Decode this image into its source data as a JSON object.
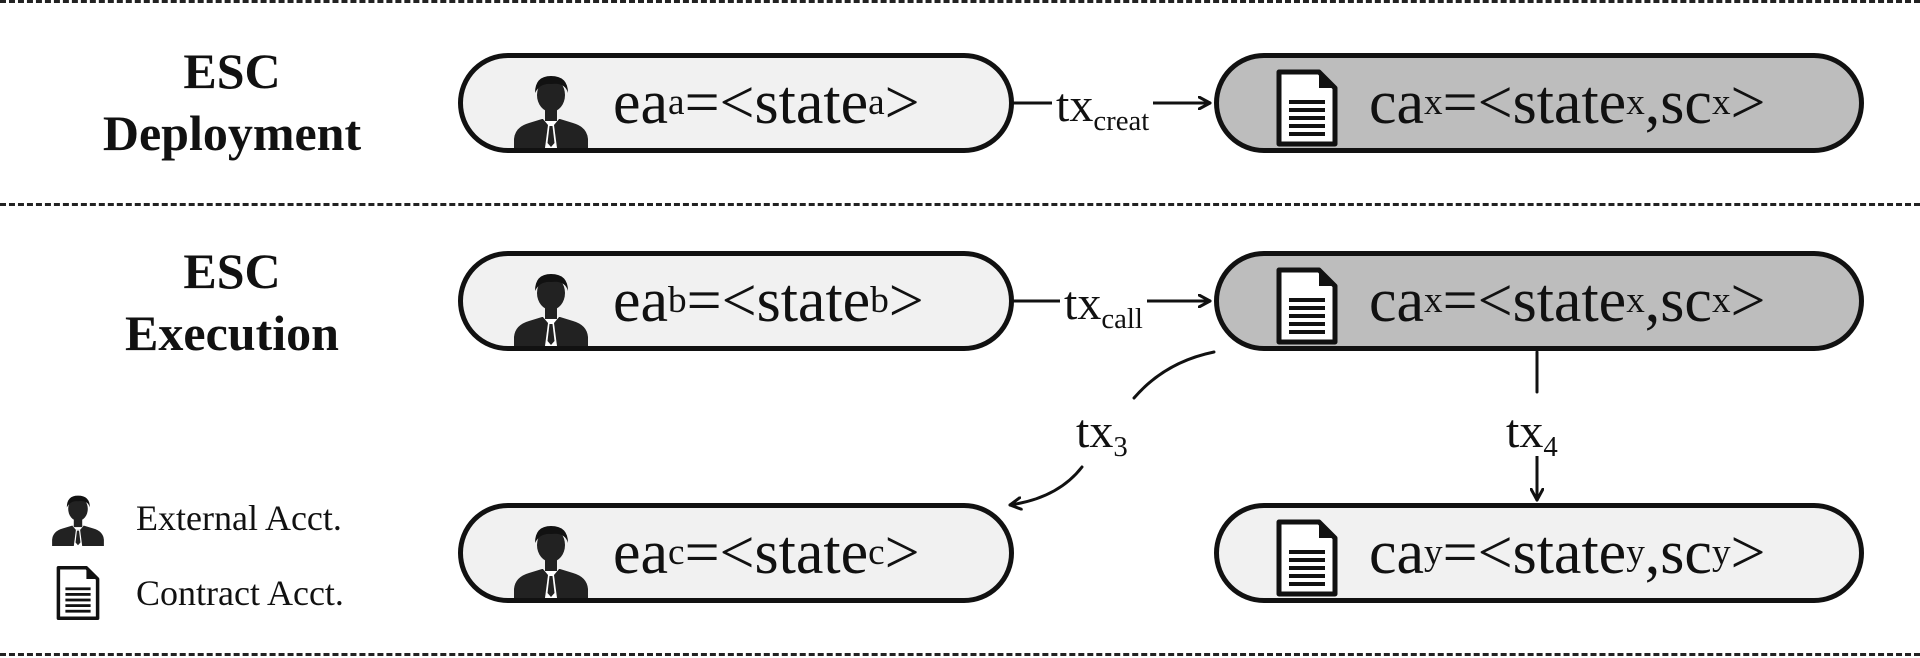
{
  "sections": {
    "deployment": {
      "line1": "ESC",
      "line2": "Deployment"
    },
    "execution": {
      "line1": "ESC",
      "line2": "Execution"
    }
  },
  "nodes": {
    "ea_a": {
      "prefix": "ea",
      "sub": "a",
      "mid": "=<state",
      "sub2": "a",
      "suffix": ">"
    },
    "ca_x_deploy": {
      "prefix": "ca",
      "sub": "x",
      "mid": "=<state",
      "sub2": "x",
      "mid2": ",sc",
      "sub3": "x",
      "suffix": ">"
    },
    "ea_b": {
      "prefix": "ea",
      "sub": "b",
      "mid": "=<state",
      "sub2": "b",
      "suffix": ">"
    },
    "ca_x_exec": {
      "prefix": "ca",
      "sub": "x",
      "mid": "=<state",
      "sub2": "x",
      "mid2": ",sc",
      "sub3": "x",
      "suffix": ">"
    },
    "ea_c": {
      "prefix": "ea",
      "sub": "c",
      "mid": "=<state",
      "sub2": "c",
      "suffix": ">"
    },
    "ca_y": {
      "prefix": "ca",
      "sub": "y",
      "mid": "=<state",
      "sub2": "y",
      "mid2": ",sc",
      "sub3": "y",
      "suffix": ">"
    }
  },
  "edges": {
    "tx_creat": {
      "base": "tx",
      "sub": "creat"
    },
    "tx_call": {
      "base": "tx",
      "sub": "call"
    },
    "tx_3": {
      "base": "tx",
      "sub": "3"
    },
    "tx_4": {
      "base": "tx",
      "sub": "4"
    }
  },
  "legend": {
    "external": "External Acct.",
    "contract": "Contract Acct."
  },
  "colors": {
    "external_fill": "#f1f1f1",
    "contract_deploy_fill": "#bdbdbd",
    "contract_exec_fill": "#bdbdbd",
    "contract_called_fill": "#f1f1f1",
    "stroke": "#111111"
  },
  "icons": {
    "external": "person-icon",
    "contract": "document-icon"
  }
}
